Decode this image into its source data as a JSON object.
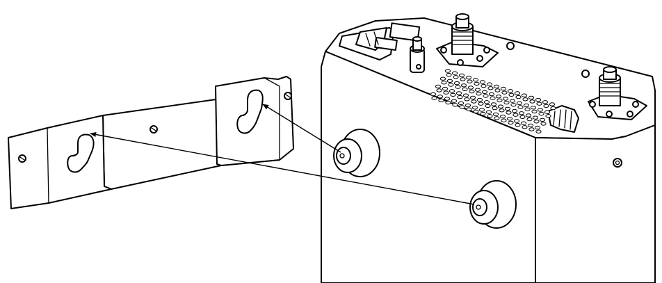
{
  "figure": {
    "kind": "technical-illustration",
    "subject": "wall-mount-bracket-installation",
    "stroke_color": "#000000",
    "background_color": "#ffffff",
    "icons": [
      "mounting-bracket",
      "device-housing",
      "keyhole-slot",
      "mounting-stud",
      "screw",
      "n-type-connector",
      "power-inlet",
      "vent-holes",
      "arrow"
    ]
  }
}
